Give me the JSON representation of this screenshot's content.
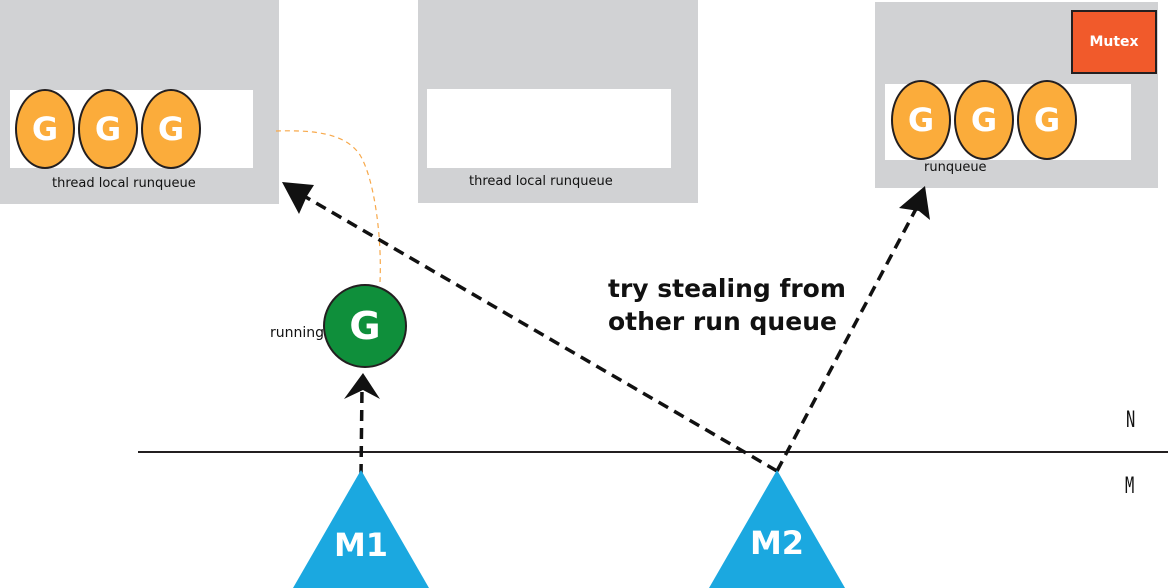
{
  "processors": [
    {
      "queue_label": "thread local runqueue",
      "goroutines": [
        "G",
        "G",
        "G"
      ]
    },
    {
      "queue_label": "thread local runqueue",
      "goroutines": []
    },
    {
      "queue_label": "runqueue",
      "goroutines": [
        "G",
        "G",
        "G"
      ],
      "lock_label": "Mutex"
    }
  ],
  "running": {
    "label": "running",
    "goroutine": "G"
  },
  "annotation": {
    "line1": "try stealing from",
    "line2": "other run queue"
  },
  "layers": {
    "upper": "N",
    "lower": "M"
  },
  "machines": [
    {
      "label": "M1"
    },
    {
      "label": "M2"
    }
  ],
  "colors": {
    "panel": "#d1d2d4",
    "goroutine_queued": "#fbac3b",
    "goroutine_running": "#0f8f3b",
    "machine": "#1ba8e0",
    "mutex": "#f15a2b",
    "handoff_path": "#f7a84a"
  }
}
